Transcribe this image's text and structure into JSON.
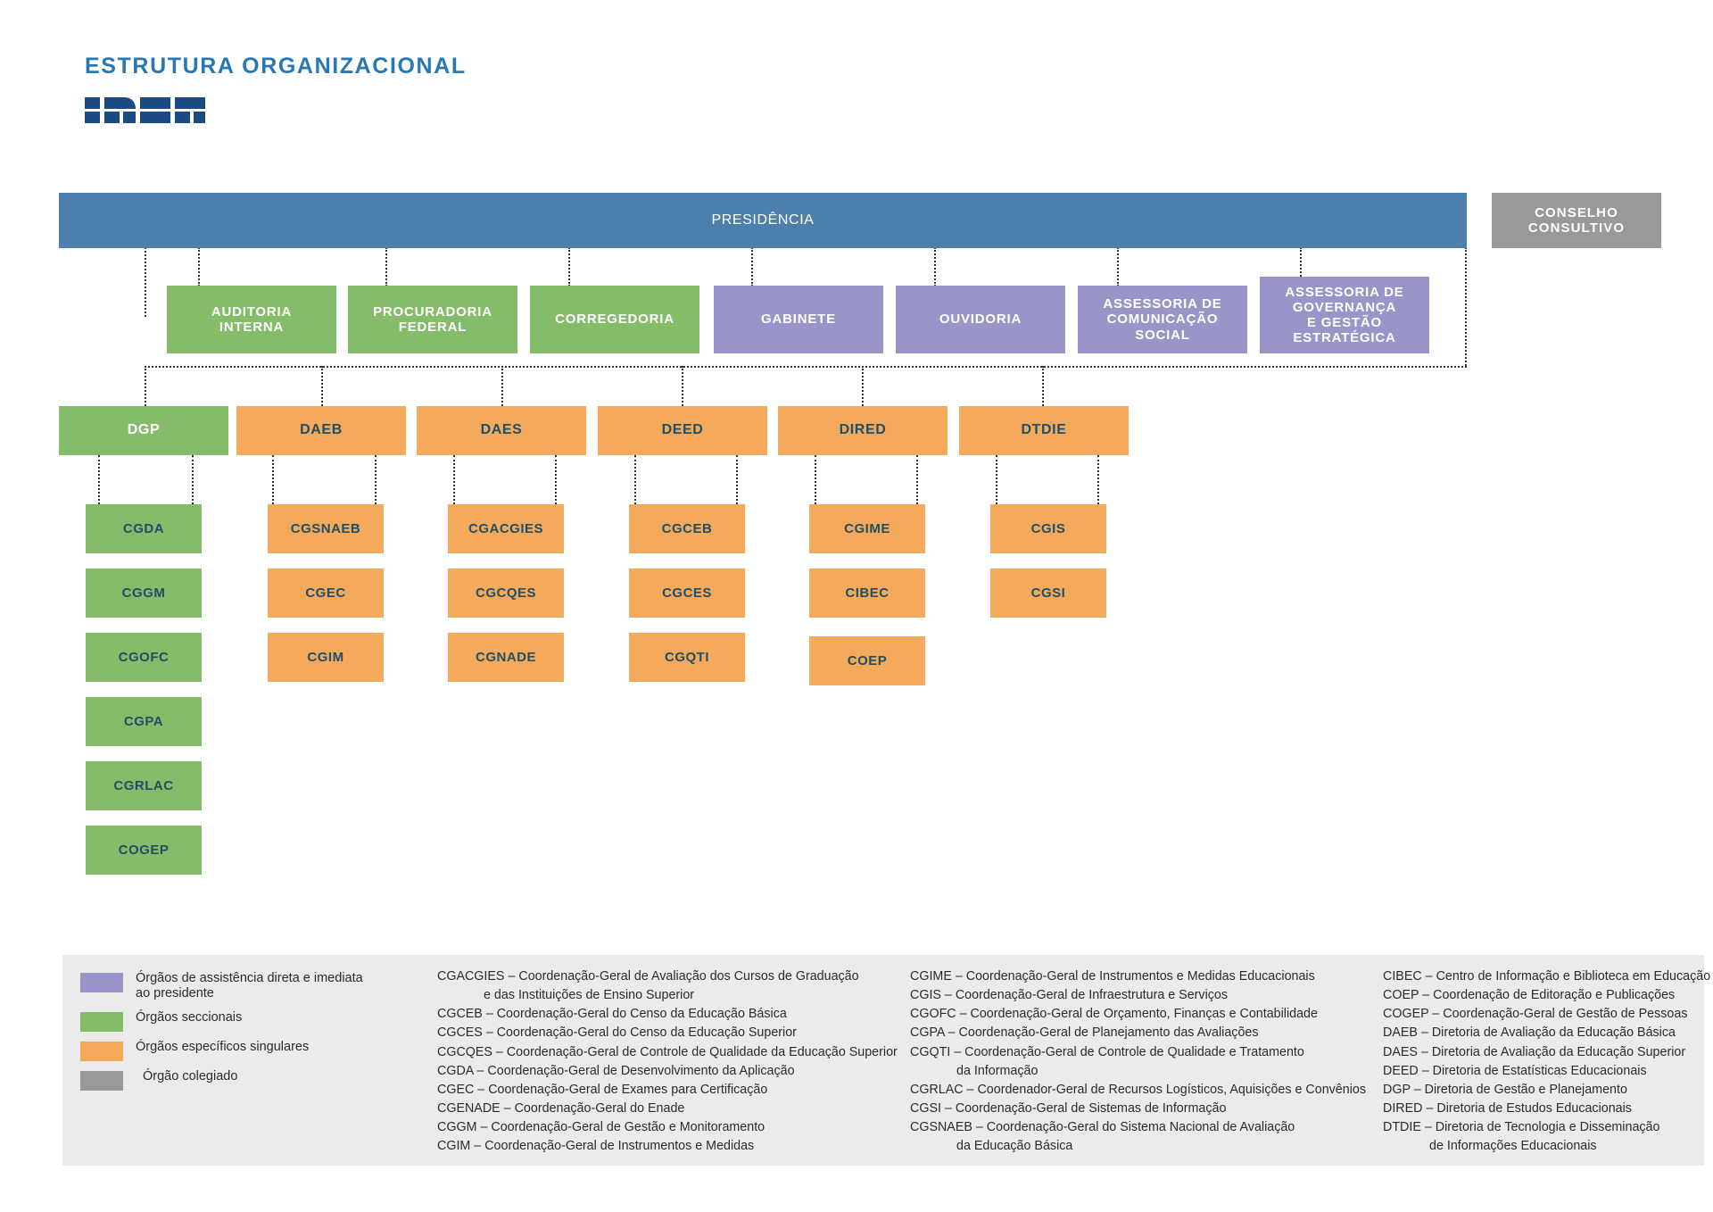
{
  "header": {
    "title": "ESTRUTURA ORGANIZACIONAL",
    "logo_alt": "inep"
  },
  "colors": {
    "presidencia": "#4d7fad",
    "conselho": "#999999",
    "seccionais": "#85bc6a",
    "assistencia": "#9a95c9",
    "especificos": "#f5a95a",
    "text_dark": "#1f4e66",
    "accent_blue": "#2878b5"
  },
  "chart_data": {
    "type": "orgchart",
    "title": "ESTRUTURA ORGANIZACIONAL",
    "root": "PRESIDÊNCIA",
    "levels": [
      {
        "name": "top",
        "nodes": [
          "PRESIDÊNCIA",
          "CONSELHO CONSULTIVO"
        ]
      },
      {
        "name": "assistencia-e-seccionais",
        "nodes": [
          "AUDITORIA INTERNA",
          "PROCURADORIA FEDERAL",
          "CORREGEDORIA",
          "GABINETE",
          "OUVIDORIA",
          "ASSESSORIA DE COMUNICAÇÃO SOCIAL",
          "ASSESSORIA DE GOVERNANÇA E GESTÃO ESTRATÉGICA"
        ]
      },
      {
        "name": "diretorias",
        "nodes": [
          "DGP",
          "DAEB",
          "DAES",
          "DEED",
          "DIRED",
          "DTDIE"
        ]
      },
      {
        "name": "coordenacoes",
        "nodes": [
          "CGDA",
          "CGGM",
          "CGOFC",
          "CGPA",
          "CGRLAC",
          "COGEP",
          "CGSNAEB",
          "CGEC",
          "CGIM",
          "CGACGIES",
          "CGCQES",
          "CGNADE",
          "CGCEB",
          "CGCES",
          "CGQTI",
          "CGIME",
          "CIBEC",
          "COEP",
          "CGIS",
          "CGSI"
        ]
      }
    ]
  },
  "nodes": {
    "presidencia": "PRESIDÊNCIA",
    "conselho_consultivo": "CONSELHO\nCONSULTIVO",
    "auditoria_interna": "AUDITORIA\nINTERNA",
    "procuradoria_federal": "PROCURADORIA\nFEDERAL",
    "corregedoria": "CORREGEDORIA",
    "gabinete": "GABINETE",
    "ouvidoria": "OUVIDORIA",
    "assessoria_comunicacao": "ASSESSORIA DE\nCOMUNICAÇÃO\nSOCIAL",
    "assessoria_governanca": "ASSESSORIA DE\nGOVERNANÇA\nE GESTÃO\nESTRATÉGICA",
    "dgp": "DGP",
    "daeb": "DAEB",
    "daes": "DAES",
    "deed": "DEED",
    "dired": "DIRED",
    "dtdie": "DTDIE",
    "cgda": "CGDA",
    "cggm": "CGGM",
    "cgofc": "CGOFC",
    "cgpa": "CGPA",
    "cgrlac": "CGRLAC",
    "cogep": "COGEP",
    "cgsnaeb": "CGSNAEB",
    "cgec": "CGEC",
    "cgim": "CGIM",
    "cgacgies": "CGACGIES",
    "cgcqes": "CGCQES",
    "cgnade": "CGNADE",
    "cgceb": "CGCEB",
    "cgces": "CGCES",
    "cgqti": "CGQTI",
    "cgime": "CGIME",
    "cibec": "CIBEC",
    "coep": "COEP",
    "cgis": "CGIS",
    "cgsi": "CGSI"
  },
  "legend": {
    "keys": [
      {
        "color": "#9a95c9",
        "label": "Órgãos de assistência direta e imediata\nao presidente"
      },
      {
        "color": "#85bc6a",
        "label": "Órgãos seccionais"
      },
      {
        "color": "#f5a95a",
        "label": "Órgãos específicos singulares"
      },
      {
        "color": "#999999",
        "label": "Órgão colegiado"
      }
    ],
    "column_a": [
      "CGACGIES – Coordenação-Geral de Avaliação dos Cursos de Graduação",
      "e das Instituições de Ensino Superior",
      "CGCEB – Coordenação-Geral do Censo da Educação Básica",
      "CGCES – Coordenação-Geral do Censo da Educação Superior",
      "CGCQES – Coordenação-Geral de Controle de Qualidade da Educação Superior",
      "CGDA – Coordenação-Geral de Desenvolvimento da Aplicação",
      "CGEC – Coordenação-Geral de Exames para Certificação",
      "CGENADE – Coordenação-Geral do Enade",
      "CGGM – Coordenação-Geral de Gestão e Monitoramento",
      "CGIM – Coordenação-Geral de Instrumentos e Medidas"
    ],
    "column_b": [
      "CGIME – Coordenação-Geral de Instrumentos e Medidas Educacionais",
      "CGIS – Coordenação-Geral de Infraestrutura e Serviços",
      "CGOFC – Coordenação-Geral de Orçamento, Finanças e Contabilidade",
      "CGPA – Coordenação-Geral de Planejamento das Avaliações",
      "CGQTI – Coordenação-Geral de Controle de Qualidade e Tratamento",
      "da Informação",
      "CGRLAC – Coordenador-Geral de Recursos Logísticos, Aquisições e Convênios",
      "CGSI – Coordenação-Geral de Sistemas de Informação",
      "CGSNAEB – Coordenação-Geral do Sistema Nacional de Avaliação",
      "da Educação Básica"
    ],
    "column_c": [
      "CIBEC – Centro de Informação e Biblioteca em Educação",
      "COEP – Coordenação de Editoração e Publicações",
      "COGEP – Coordenação-Geral de Gestão de Pessoas",
      "DAEB – Diretoria de Avaliação da Educação Básica",
      "DAES – Diretoria de Avaliação da Educação Superior",
      "DEED – Diretoria de Estatísticas Educacionais",
      "DGP – Diretoria de Gestão e Planejamento",
      "DIRED – Diretoria de Estudos Educacionais",
      "DTDIE – Diretoria de Tecnologia e Disseminação",
      "de Informações Educacionais"
    ]
  }
}
